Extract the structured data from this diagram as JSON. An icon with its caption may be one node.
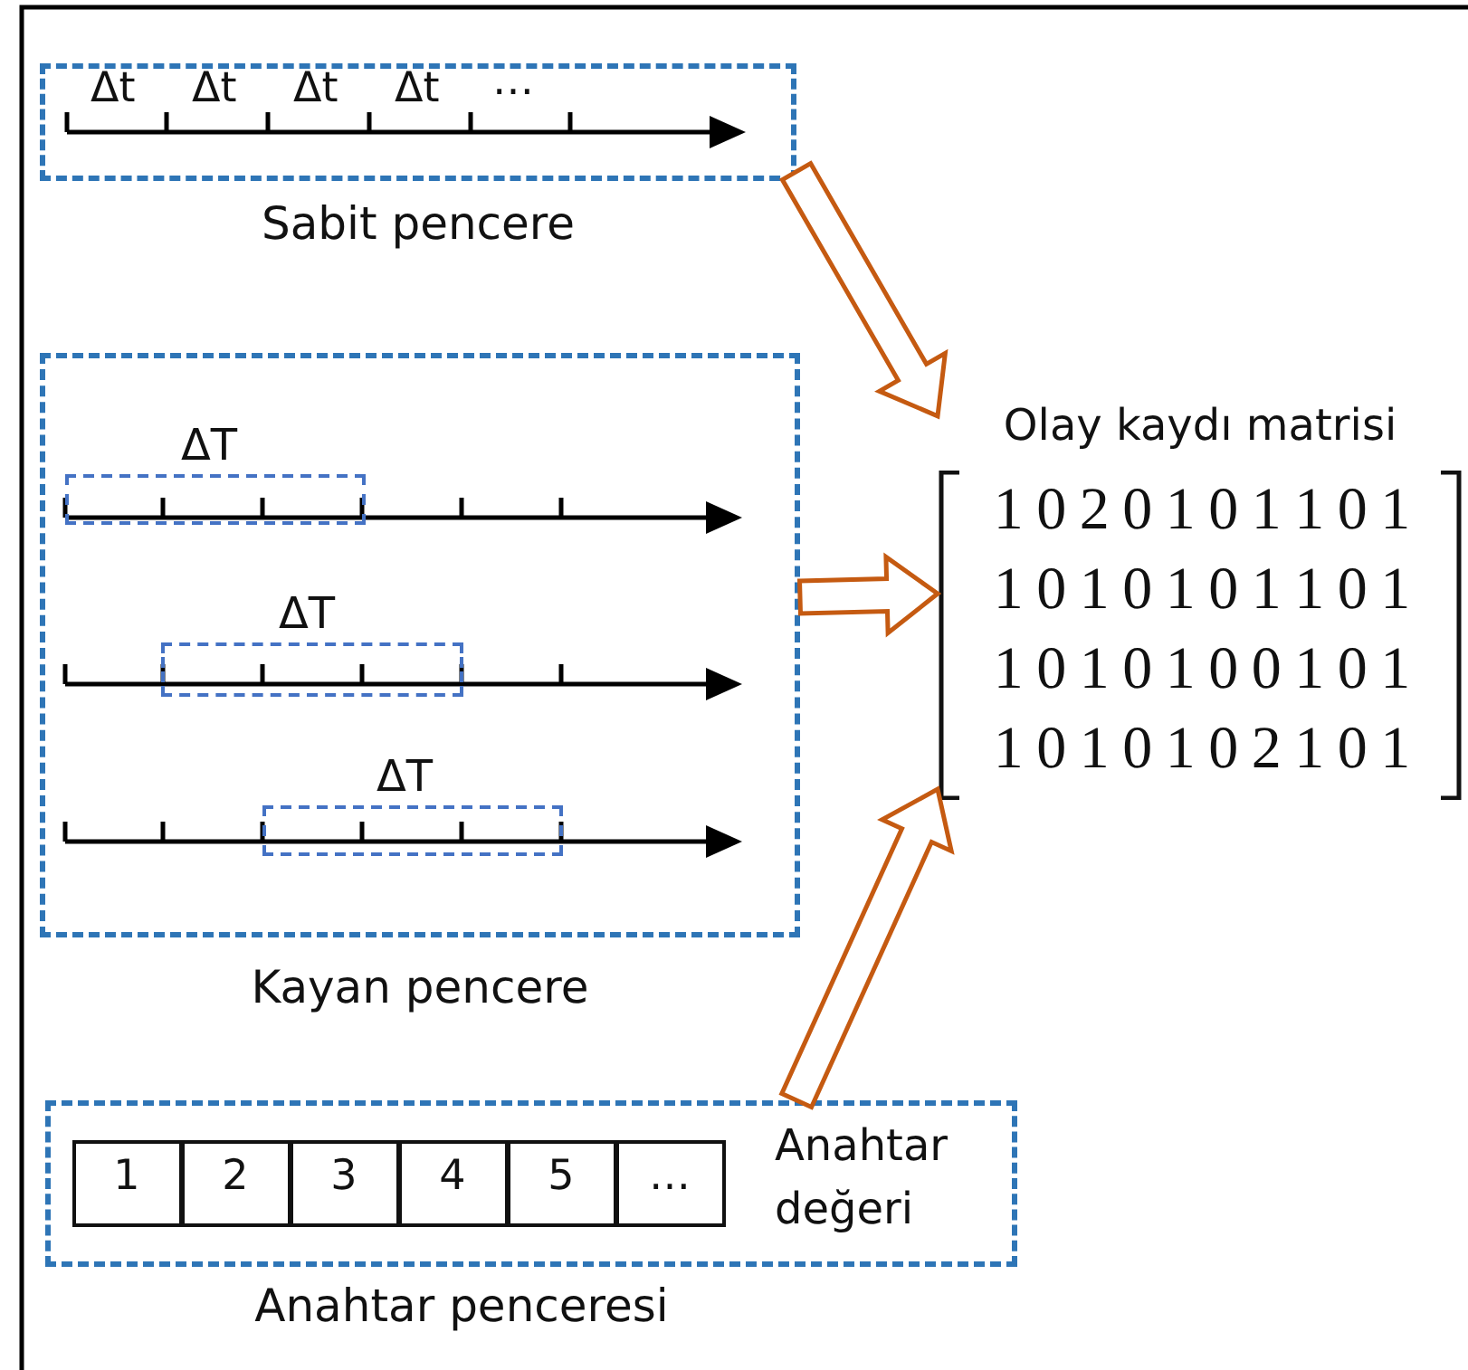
{
  "diagram": {
    "nodes": [
      {
        "text": [
          "Sabit pencere"
        ]
      },
      {
        "text": [
          "Kayan pencere"
        ]
      },
      {
        "text": [
          "ΔT"
        ],
        "in": 1
      },
      {
        "text": [
          "ΔT"
        ],
        "in": 1
      },
      {
        "text": [
          "ΔT"
        ],
        "in": 1
      },
      {
        "text": [
          "Olay kaydı matrisi",
          "1 0 2 0 1 0 1 1 0 1",
          "1 0 1 0 1 0 1 1 0 1",
          "1 0 1 0 1 0 0 1 0 1",
          "1 0 1 0 1 0 2 1 0 1"
        ]
      },
      {
        "text": [
          "Anahtar değeri",
          "Anahtar penceresi"
        ]
      },
      {
        "text": [
          "1"
        ],
        "in": 6
      },
      {
        "text": [
          "2"
        ],
        "in": 6
      },
      {
        "text": [
          "3"
        ],
        "in": 6
      },
      {
        "text": [
          "4"
        ],
        "in": 6
      },
      {
        "text": [
          "5"
        ],
        "in": 6
      },
      {
        "text": [
          "…"
        ],
        "in": 6
      }
    ],
    "edges": [
      {
        "from": 0,
        "to": 5,
        "arrow": "to"
      },
      {
        "from": 1,
        "to": 5,
        "arrow": "to"
      },
      {
        "from": 6,
        "to": 5,
        "arrow": "to"
      }
    ],
    "labels": [
      "Δt",
      "Δt",
      "Δt",
      "Δt",
      "…"
    ]
  }
}
